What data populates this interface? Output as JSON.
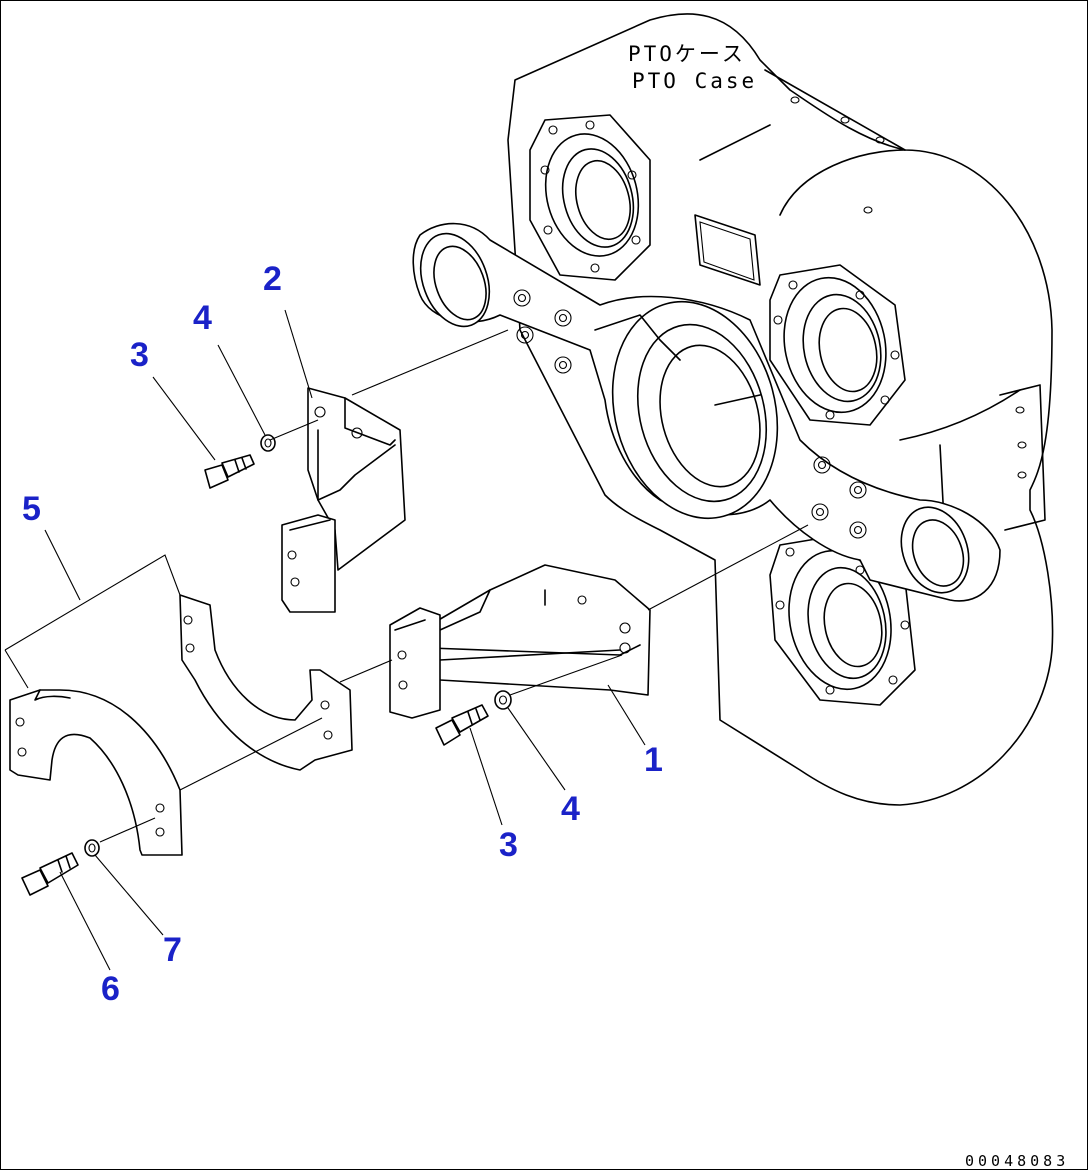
{
  "case_label": {
    "jp": "PTOケース",
    "en": "PTO Case"
  },
  "callouts": [
    {
      "id": "1",
      "text": "1"
    },
    {
      "id": "2",
      "text": "2"
    },
    {
      "id": "3a",
      "text": "3"
    },
    {
      "id": "3b",
      "text": "3"
    },
    {
      "id": "4a",
      "text": "4"
    },
    {
      "id": "4b",
      "text": "4"
    },
    {
      "id": "5",
      "text": "5"
    },
    {
      "id": "6",
      "text": "6"
    },
    {
      "id": "7",
      "text": "7"
    }
  ],
  "document_id": "00048083",
  "colors": {
    "callout": "#1a22c8",
    "line": "#000000",
    "background": "#ffffff"
  }
}
